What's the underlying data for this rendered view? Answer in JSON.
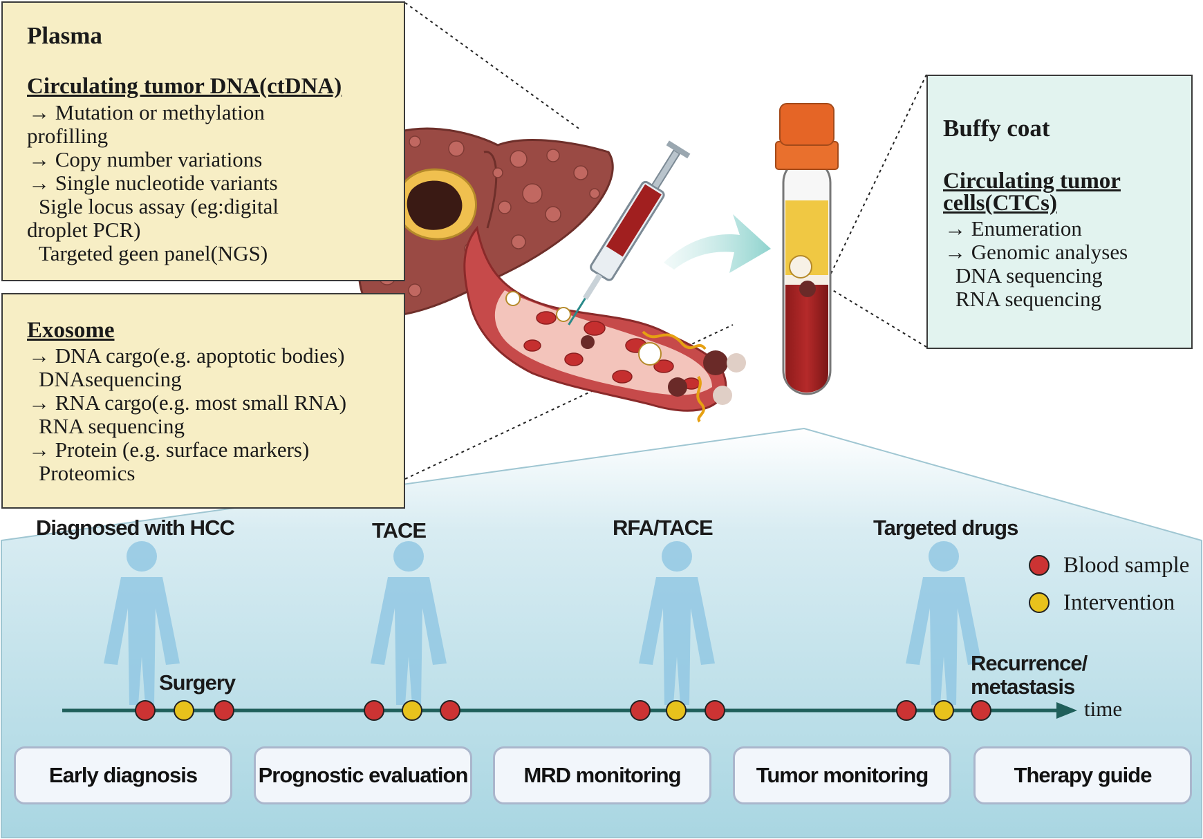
{
  "plasma": {
    "title": "Plasma",
    "heading": "Circulating tumor DNA(ctDNA)",
    "lines": [
      "→ Mutation or methylation",
      "profilling",
      "→ Copy number variations",
      "→  Single nucleotide variants",
      "Sigle  locus assay (eg:digital",
      "droplet PCR)",
      "Targeted geen panel(NGS)"
    ]
  },
  "exosome": {
    "heading": "Exosome",
    "lines": [
      "→ DNA cargo(e.g. apoptotic bodies)",
      "DNAsequencing",
      "→ RNA cargo(e.g. most small RNA)",
      "RNA sequencing",
      "→ Protein (e.g. surface markers)",
      "Proteomics"
    ]
  },
  "buffy": {
    "title": "Buffy coat",
    "heading_line1": "Circulating tumor",
    "heading_line2": "cells(CTCs)",
    "lines": [
      "→ Enumeration",
      "→ Genomic analyses",
      "DNA  sequencing",
      "RNA sequencing"
    ]
  },
  "timeline": {
    "events": [
      "Diagnosed with HCC",
      "TACE",
      "RFA/TACE",
      "Targeted drugs"
    ],
    "surgery_label": "Surgery",
    "recurrence_label_1": "Recurrence/",
    "recurrence_label_2": "metastasis",
    "axis_label": "time",
    "legend": {
      "blood": "Blood sample",
      "intervention": "Intervention"
    },
    "applications": [
      "Early diagnosis",
      "Prognostic evaluation",
      "MRD monitoring",
      "Tumor monitoring",
      "Therapy guide"
    ]
  },
  "colors": {
    "box_fill": "#f7eec5",
    "buffy_fill": "#e2f3ef",
    "blood_dot": "#cc3333",
    "intervention_dot": "#e8c21c",
    "timeline_line": "#1f5f5a"
  }
}
